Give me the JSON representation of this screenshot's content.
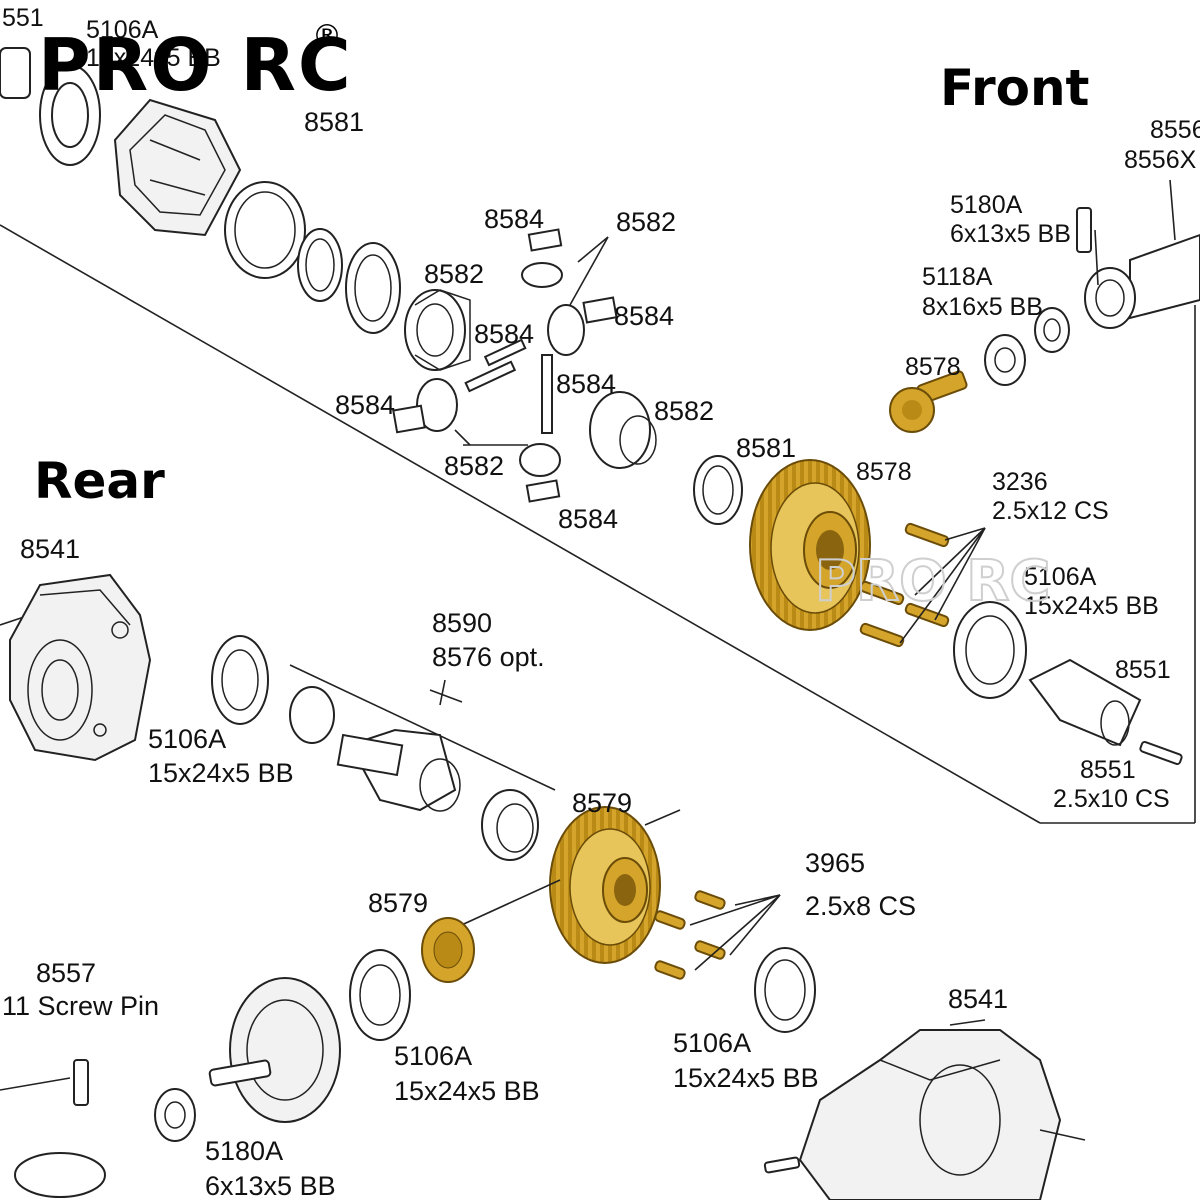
{
  "brand": {
    "name": "PRO RC",
    "mark": "®",
    "watermark": "PRO RC"
  },
  "headings": {
    "front": "Front",
    "rear": "Rear"
  },
  "labels": {
    "l551": "551",
    "l5106a_top": "5106A",
    "l5106a_top_bb": "15x24x5 BB",
    "l8581_top": "8581",
    "l8584_a": "8584",
    "l8582_a": "8582",
    "l8582_b": "8582",
    "l8584_b": "8584",
    "l8584_c": "8584",
    "l8584_d": "8584",
    "l8584_e": "8584",
    "l8582_c": "8582",
    "l8582_d": "8582",
    "l8584_f": "8584",
    "l8581_mid": "8581",
    "l8556": "8556",
    "l8556x": "8556X",
    "l5180a_top": "5180A",
    "l5180a_top_bb": "6x13x5 BB",
    "l5118a": "5118A",
    "l5118a_bb": "8x16x5 BB",
    "l8578_a": "8578",
    "l8578_b": "8578",
    "l3236": "3236",
    "l3236_cs": "2.5x12 CS",
    "l5106a_front": "5106A",
    "l5106a_front_bb": "15x24x5 BB",
    "l8551_a": "8551",
    "l8551_b": "8551",
    "l8551_cs": "2.5x10 CS",
    "l8541_rear": "8541",
    "l5106a_rear": "5106A",
    "l5106a_rear_bb": "15x24x5 BB",
    "l8590": "8590",
    "l8576": "8576 opt.",
    "l8579_a": "8579",
    "l8579_b": "8579",
    "l3965": "3965",
    "l3965_cs": "2.5x8 CS",
    "l8557": "8557",
    "l8557_pin": "11 Screw Pin",
    "l5106a_low1": "5106A",
    "l5106a_low1_bb": "15x24x5 BB",
    "l5106a_low2": "5106A",
    "l5106a_low2_bb": "15x24x5 BB",
    "l8541_low": "8541",
    "l5180a_low": "5180A",
    "l5180a_low_bb": "6x13x5 BB"
  },
  "colors": {
    "highlight_gold": "#d4a52a",
    "line_art": "#222222"
  }
}
